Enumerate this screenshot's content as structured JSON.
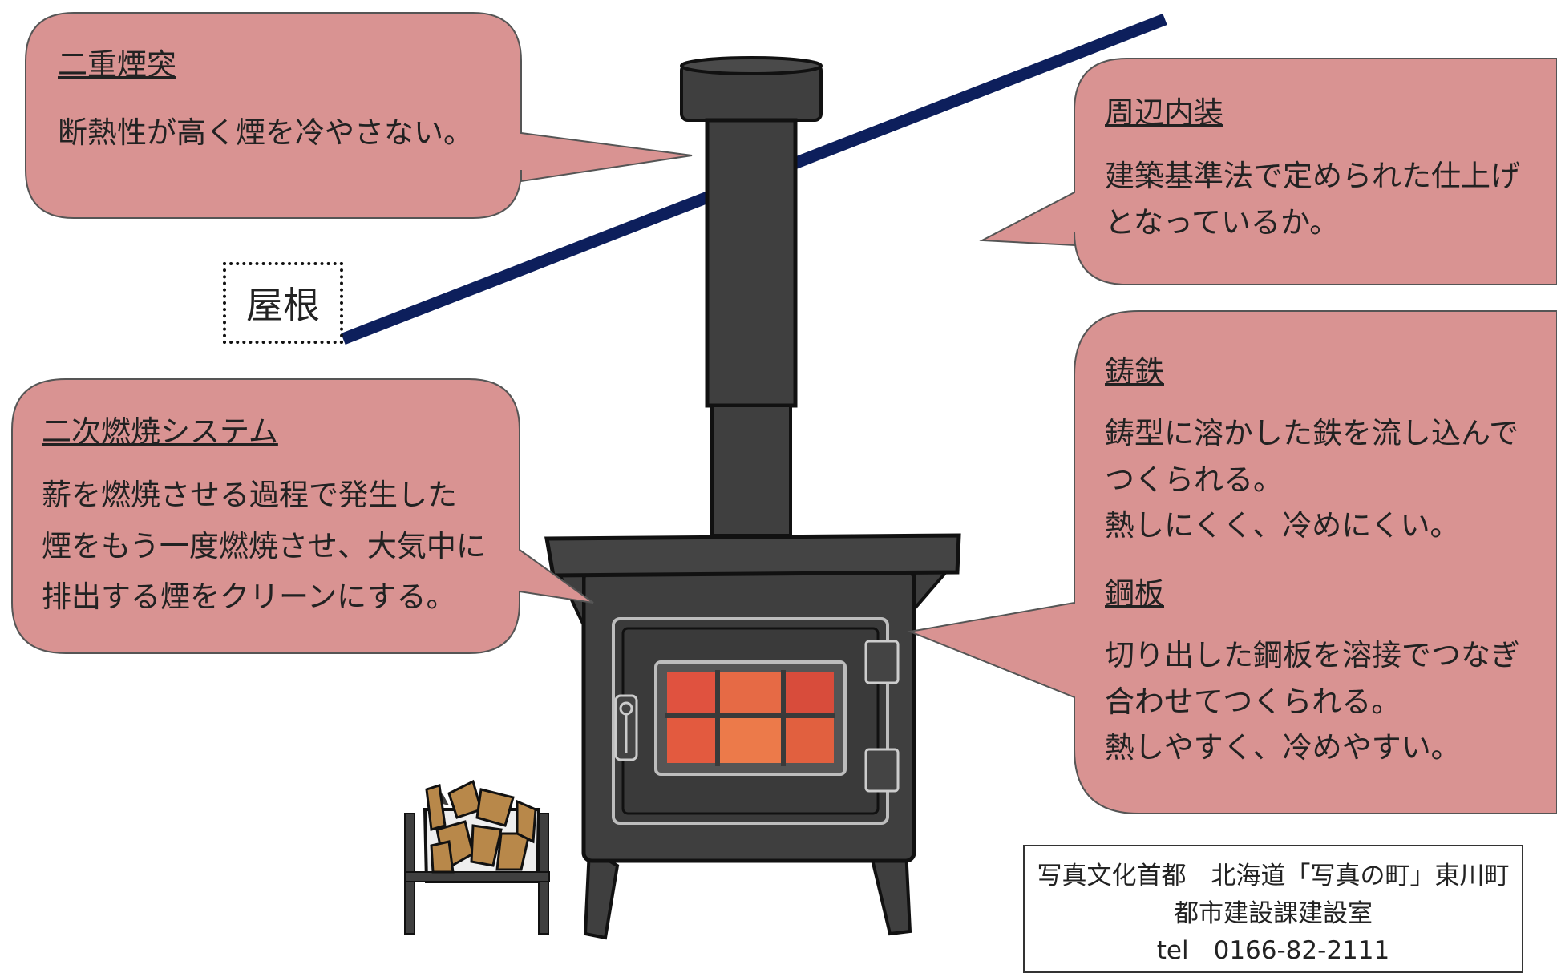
{
  "colors": {
    "bubble_fill": "#d99392",
    "bubble_stroke": "#555555",
    "roof_line": "#0d1f5c",
    "stove_body": "#3f3f3f",
    "stove_outline": "#111111",
    "fire": "#e0523f"
  },
  "callouts": {
    "chimney": {
      "heading": "二重煙突",
      "body": "断熱性が高く煙を冷やさない。"
    },
    "interior": {
      "heading": "周辺内装",
      "lines": [
        "建築基準法で定められた仕上げ",
        "となっているか。"
      ]
    },
    "secondary": {
      "heading": "二次燃焼システム",
      "lines": [
        "薪を燃焼させる過程で発生した",
        "煙をもう一度燃焼させ、大気中に",
        "排出する煙をクリーンにする。"
      ]
    },
    "cast_iron": {
      "heading": "鋳鉄",
      "lines": [
        "鋳型に溶かした鉄を流し込んで",
        "つくられる。",
        "熱しにくく、冷めにくい。"
      ]
    },
    "steel": {
      "heading": "鋼板",
      "lines": [
        "切り出した鋼板を溶接でつなぎ",
        "合わせてつくられる。",
        "熱しやすく、冷めやすい。"
      ]
    }
  },
  "roof_label": "屋根",
  "credit": {
    "line1": "写真文化首都　北海道「写真の町」東川町",
    "line2": "都市建設課建設室",
    "line3": "tel　0166-82-2111"
  },
  "icons": {
    "stove": "wood-stove-illustration",
    "chimney": "chimney-pipe",
    "firewood": "firewood-rack",
    "roof": "roof-line"
  }
}
